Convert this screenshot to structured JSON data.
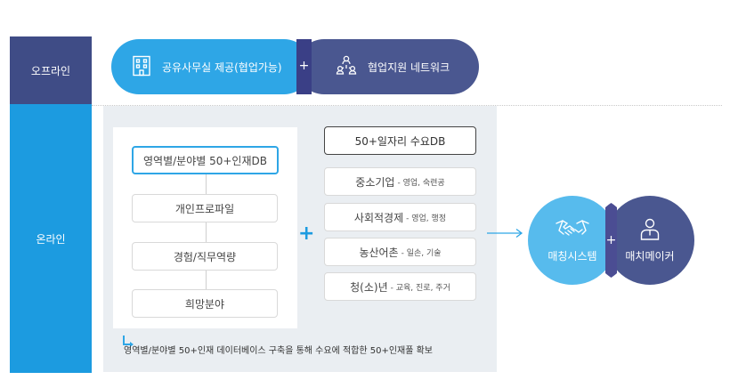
{
  "sides": {
    "offline": "오프라인",
    "online": "온라인"
  },
  "offline": {
    "items": [
      {
        "label": "공유사무실 제공(협업가능)",
        "icon": "building-icon"
      },
      {
        "label": "협업지원 네트워크",
        "icon": "network-people-icon"
      }
    ],
    "plus": "+"
  },
  "online": {
    "left_list": [
      "영역별/분야별 50+인재DB",
      "개인프로파일",
      "경험/직무역량",
      "희망분야"
    ],
    "plus": "+",
    "right_title": "50+일자리 수요DB",
    "right_list": [
      {
        "main": "중소기업",
        "sub": "- 영업, 숙련공"
      },
      {
        "main": "사회적경제",
        "sub": "- 영업, 행정"
      },
      {
        "main": "농산어촌",
        "sub": "- 일손, 기술"
      },
      {
        "main": "청(소)년",
        "sub": "- 교육, 진로, 주거"
      }
    ],
    "note": "영역별/분야별 50+인재 데이터베이스 구축을 통해 수요에 적합한 50+인재풀 확보"
  },
  "result": {
    "items": [
      {
        "label": "매칭시스템",
        "icon": "handshake-icon"
      },
      {
        "label": "매치메이커",
        "icon": "person-icon"
      }
    ],
    "plus": "+"
  },
  "colors": {
    "blue": "#2ea6e6",
    "navy": "#4a5790",
    "light_blue": "#57bbed",
    "panel": "#eaeef2"
  }
}
